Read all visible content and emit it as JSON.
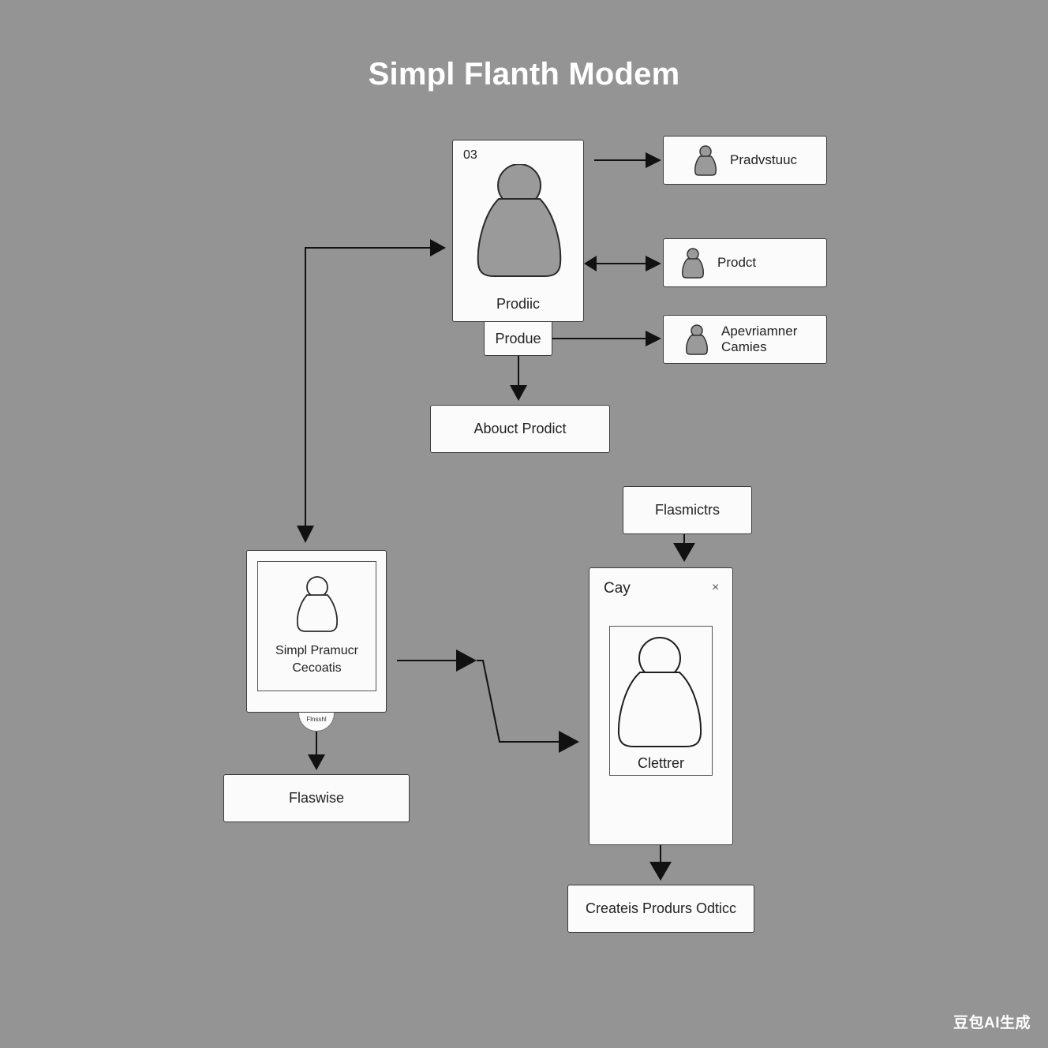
{
  "title": "Simpl Flanth Modem",
  "colors": {
    "background": "#949494",
    "box_fill": "#fbfbfb",
    "stroke": "#1a1a1a",
    "title": "#ffffff"
  },
  "main_card": {
    "badge": "03",
    "caption": "Prodiic",
    "icon": "person-silhouette-icon"
  },
  "produe_tab": "Produe",
  "right_items": [
    {
      "label": "Pradvstuuc",
      "icon": "person-icon"
    },
    {
      "label": "Prodct",
      "icon": "person-icon"
    },
    {
      "label_line1": "Apevriamner",
      "label_line2": "Camies",
      "icon": "person-icon"
    }
  ],
  "about_box": "Abouct Prodict",
  "left_card": {
    "line1": "Simpl Pramucr",
    "line2": "Cecoatis",
    "tab": "Flnsshl",
    "icon": "person-outline-icon"
  },
  "flaswise_box": "Flaswise",
  "flasmictrs_box": "Flasmictrs",
  "cay_card": {
    "title": "Cay",
    "close": "×",
    "caption": "Clettrer",
    "icon": "person-outline-icon"
  },
  "createis_box": "Createis Produrs Odticc",
  "watermark": "豆包AI生成"
}
